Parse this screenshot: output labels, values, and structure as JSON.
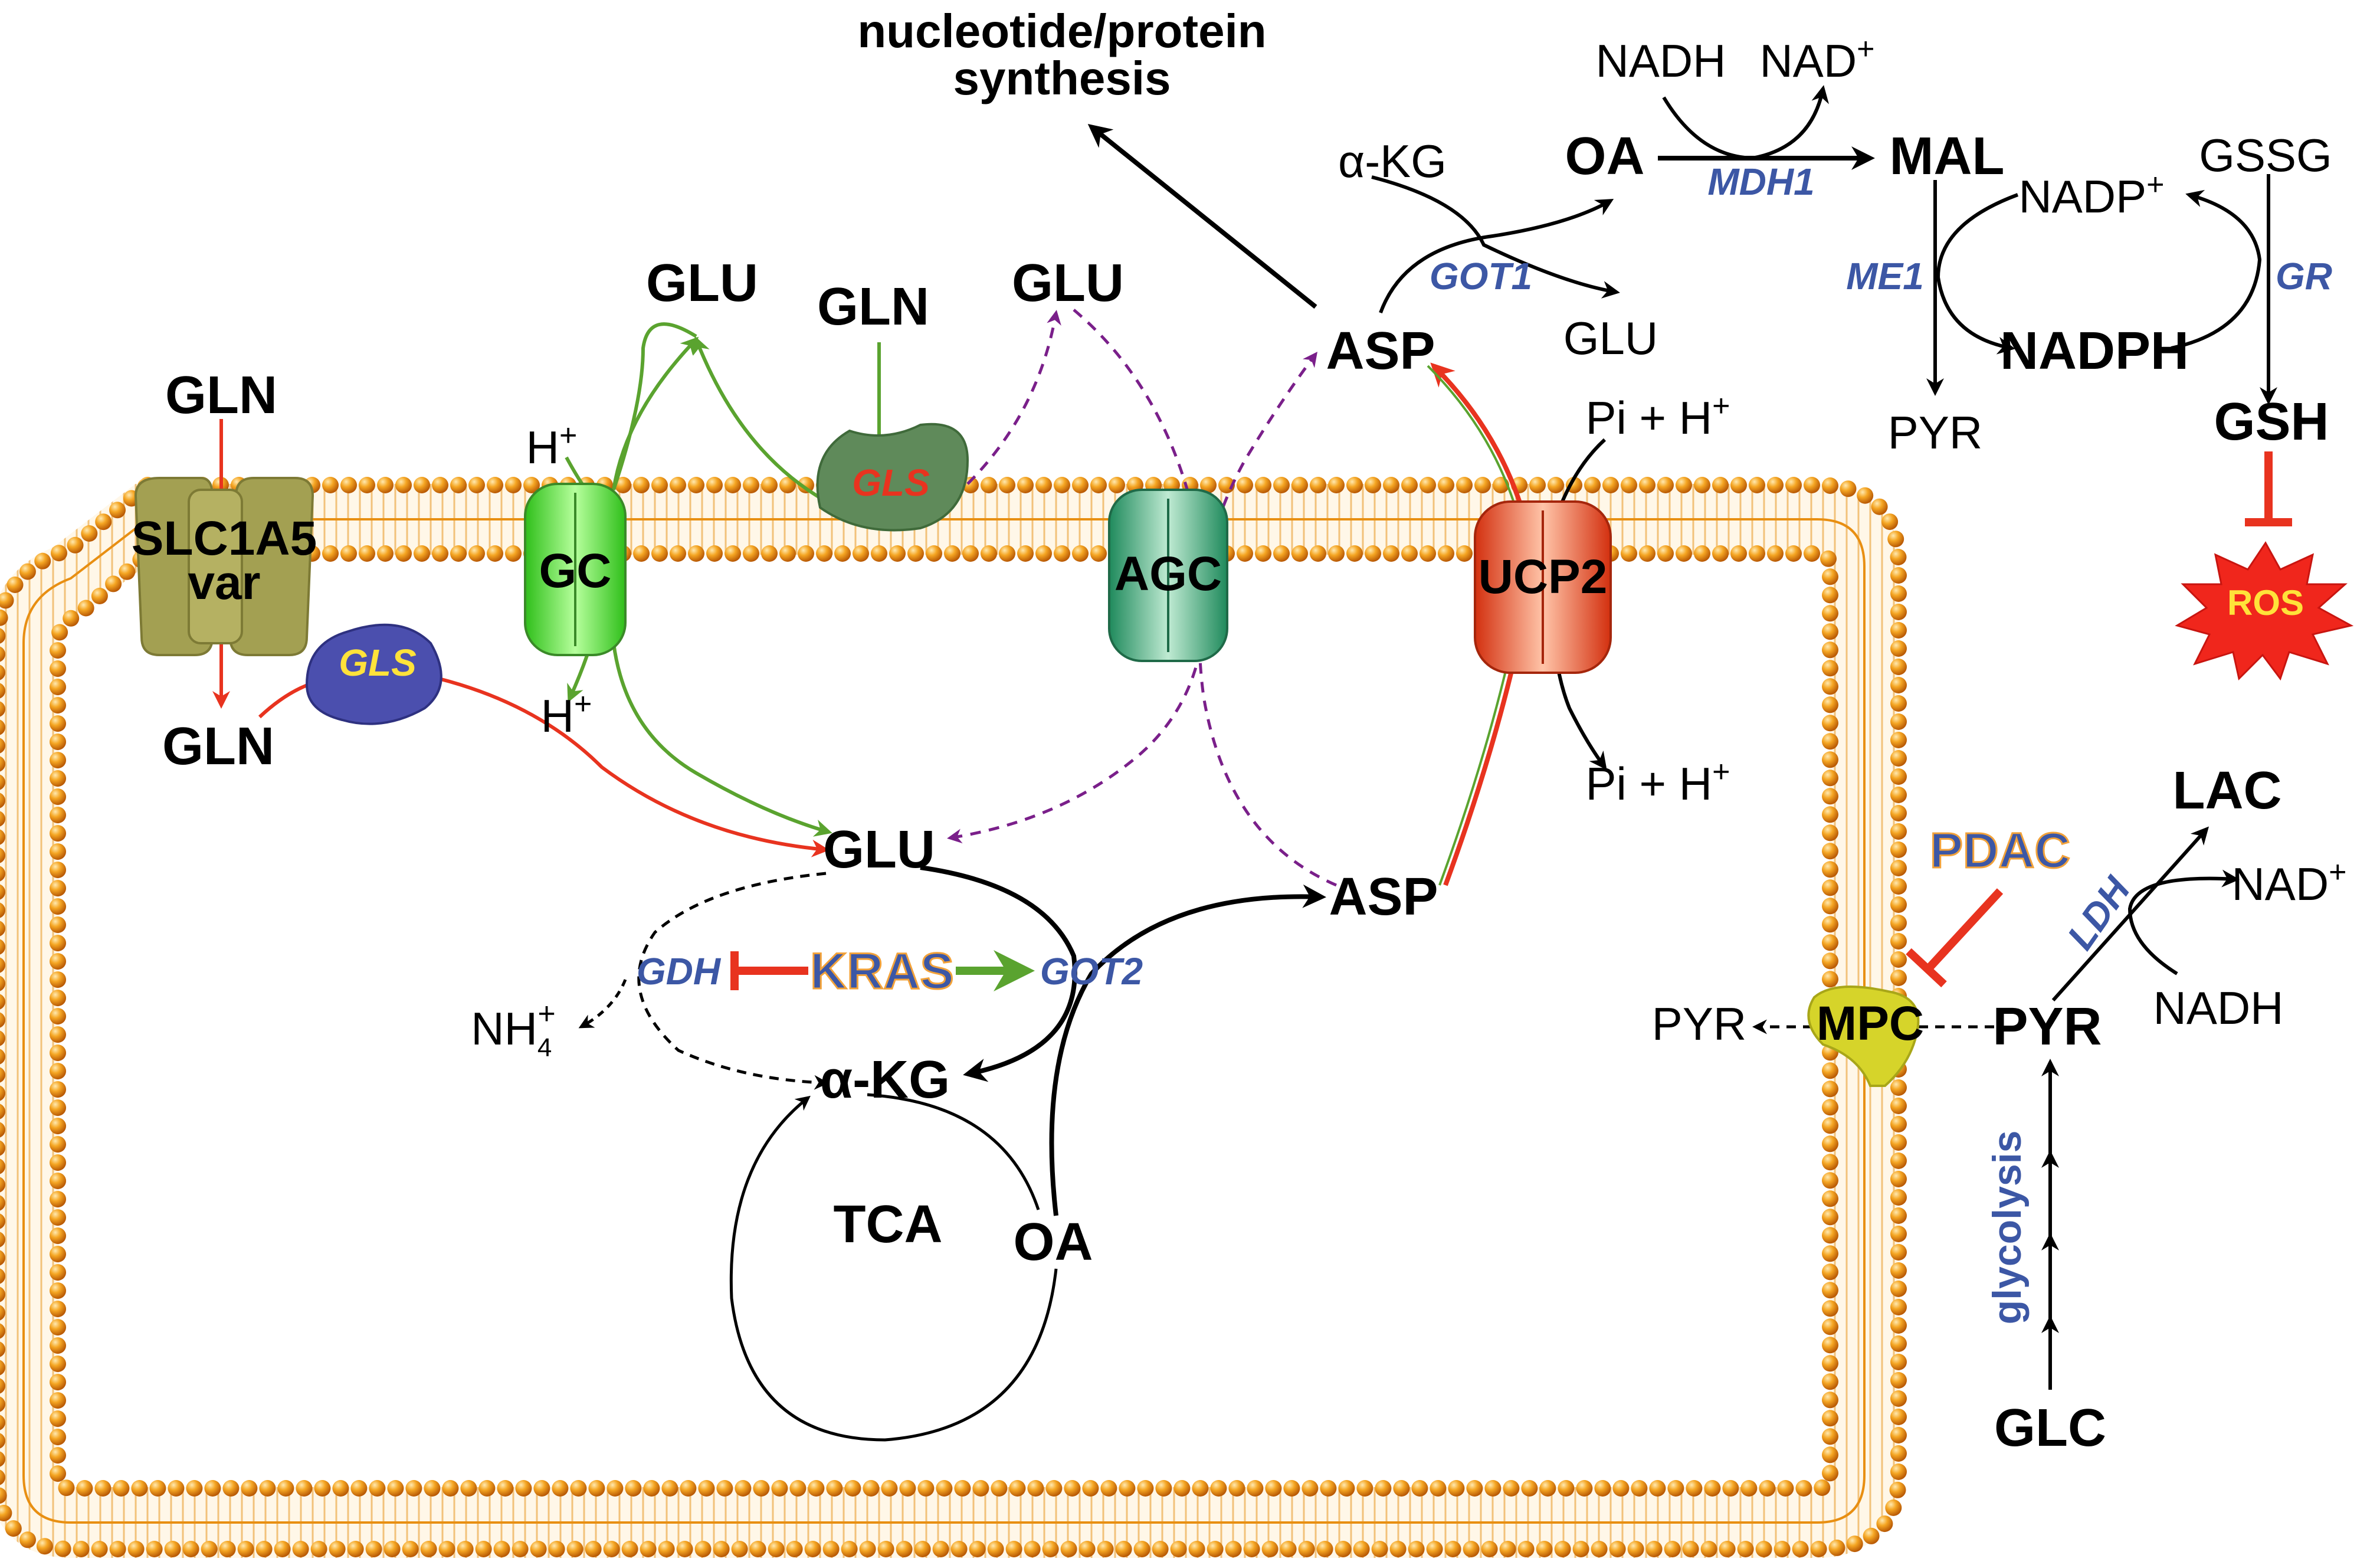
{
  "colors": {
    "membrane_head": "#e88f12",
    "membrane_tail": "#f2c27a",
    "enzyme_text": "#3c57a5",
    "red_arrow": "#e8331f",
    "green_arrow": "#5aa32f",
    "purple_arrow": "#7a1f8a",
    "slc1a5": "#a3a052",
    "gc": "#5ee63a",
    "agc": "#3aa878",
    "ucp2": "#e94a2a",
    "gls_outside": "#5f8a5a",
    "gls_inside": "#4b4fae",
    "mpc": "#d6d42a",
    "ros": "#f0261c",
    "ros_text": "#ffe23a",
    "kras_fill": "#3c57a5",
    "kras_stroke": "#f2a23a"
  },
  "labels": {
    "synthesis_line1": "nucleotide/protein",
    "synthesis_line2": "synthesis",
    "nadh_top": "NADH",
    "nad_top": "NAD",
    "nad_top_sup": "+",
    "akg_top": "α-KG",
    "oa_top": "OA",
    "mdh1": "MDH1",
    "mal": "MAL",
    "gssg": "GSSG",
    "nadp": "NADP",
    "nadp_sup": "+",
    "got1": "GOT1",
    "glu_got1": "GLU",
    "me1": "ME1",
    "gr": "GR",
    "nadph": "NADPH",
    "asp_top": "ASP",
    "pi_h_top": "Pi + H",
    "pi_h_top_sup": "+",
    "pyr_top": "PYR",
    "gsh": "GSH",
    "ros": "ROS",
    "glu_gc_out": "GLU",
    "gln_gls_out": "GLN",
    "glu_agc_out": "GLU",
    "gln_out": "GLN",
    "h_out": "H",
    "h_out_sup": "+",
    "gls_out": "GLS",
    "slc1a5_line1": "SLC1A5",
    "slc1a5_line2": "var",
    "gc": "GC",
    "agc": "AGC",
    "ucp2": "UCP2",
    "gls_in": "GLS",
    "gln_in": "GLN",
    "h_in": "H",
    "h_in_sup": "+",
    "pi_h_in": "Pi + H",
    "pi_h_in_sup": "+",
    "glu_in": "GLU",
    "asp_in": "ASP",
    "gdh": "GDH",
    "kras": "KRAS",
    "got2": "GOT2",
    "nh4": "NH",
    "nh4_sub": "4",
    "nh4_sup": "+",
    "akg_in": "α-KG",
    "tca": "TCA",
    "oa_in": "OA",
    "pdac": "PDAC",
    "lac": "LAC",
    "ldh": "LDH",
    "nad_right": "NAD",
    "nad_right_sup": "+",
    "nadh_right": "NADH",
    "pyr_left": "PYR",
    "mpc": "MPC",
    "pyr_right": "PYR",
    "glycolysis": "glycolysis",
    "glc": "GLC"
  }
}
